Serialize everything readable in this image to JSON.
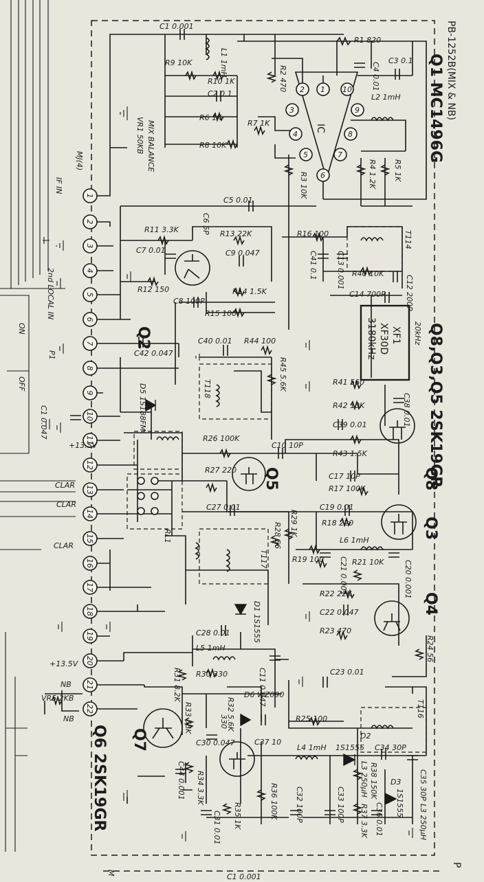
{
  "board": {
    "header": "PB-1252B(MIX & NB)",
    "q1_label": "Q1 MC1496G",
    "q8_label": "Q8,Q3,Q5 2SK19GR",
    "q6_label": "Q6 2SK19GR",
    "footer_label": "P",
    "footer_left": "M",
    "footer_value": "C1 0.001"
  },
  "connector": {
    "name": "MJ(4)",
    "pins": [
      "1",
      "2",
      "3",
      "4",
      "5",
      "6",
      "7",
      "8",
      "9",
      "10",
      "11",
      "12",
      "13",
      "14",
      "15",
      "16",
      "17",
      "18",
      "19",
      "20",
      "21",
      "22"
    ]
  },
  "io_labels": {
    "if_in": "IF IN",
    "second_local_in": "2nd LOCAL IN",
    "p1": "P1",
    "supply_a": "+13.5V",
    "supply_b": "+13.5V",
    "clar_a": "CLAR",
    "clar_b": "CLAR",
    "clar_c": "CLAR",
    "nb_top": "NB",
    "nb_bottom": "NB",
    "vr5": "VR5 2KB",
    "on": "ON",
    "off": "OFF"
  },
  "ic": {
    "name": "IC",
    "pins": [
      "1",
      "2",
      "3",
      "4",
      "5",
      "6",
      "7",
      "8",
      "9",
      "10"
    ]
  },
  "transistors": {
    "q2": "Q2",
    "q3": "Q3",
    "q4": "Q4",
    "q5": "Q5",
    "q7": "Q7",
    "q8": "Q8"
  },
  "components": {
    "c1": "C1 0.001",
    "l1": "L1 1mH",
    "r1": "R1 820",
    "c3": "C3 0.1",
    "c4": "C4 0.01",
    "r2": "R2 470",
    "l2": "L2 1mH",
    "r9": "R9 10K",
    "r10": "R10 1K",
    "c2": "C2 0.1",
    "r6": "R6 1K",
    "r7": "R7 1K",
    "r8": "R8 10K",
    "vr1_a": "VR1 50KB",
    "vr1_b": "MIX BALANCE",
    "r3": "R3 10K",
    "r4": "R4 1.2K",
    "r5": "R5 1K",
    "c5": "C5 0.01",
    "r11": "R11 3.3K",
    "c6": "C6 5P",
    "r13": "R13 22K",
    "c7": "C7 0.01",
    "c9": "C9 0.047",
    "r12": "R12 150",
    "c8": "C8 100P",
    "r14": "R14 1.5K",
    "r15": "R15 100",
    "r16": "R16 100",
    "c41": "C41 0.1",
    "c13": "C13 0.001",
    "t114": "T114",
    "r40": "R40 10K",
    "c12": "C12 200P",
    "c14": "C14 700P",
    "xf1_a": "XF1",
    "xf1_b": "XF30D",
    "xf1_c": "3180kHz",
    "xf1_d": "20kHz",
    "c40": "C40 0.01",
    "r44": "R44 100",
    "r45": "R45 5.6K",
    "t118": "T118",
    "c42": "C42 0.047",
    "d5": "D5 1S188FM",
    "c1b": "C1 0.047",
    "r41": "R41 560",
    "c38": "C38 0.01",
    "r42": "R42 10K",
    "c39": "C39 0.01",
    "r43": "R43 1.5K",
    "r26": "R26 100K",
    "c10": "C10 10P",
    "r27": "R27 220",
    "c17": "C17 10P",
    "r17": "R17 100K",
    "c27": "C27 0.01",
    "r28": "R28 56",
    "r29": "R29 1K",
    "t117": "T117",
    "rl1": "RL1",
    "c19": "C19 0.01",
    "r18": "R18 220",
    "l6": "L6 1mH",
    "r19": "R19 100",
    "c21": "C21 0.001",
    "r21": "R21 10K",
    "c20": "C20 0.001",
    "r22": "R22 22K",
    "d1": "D1 1S1555",
    "c22": "C22 0.047",
    "r23": "R23 470",
    "r24": "R24 56",
    "c28": "C28 0.01",
    "l5": "L5 1mH",
    "r30": "R30 330",
    "c11": "C11 0.047",
    "r31": "R31 8.2K",
    "c23": "C23 0.01",
    "t116": "T116",
    "r33": "R33 56K",
    "r32": "R32 5.6K",
    "d6": "D6 WZ090",
    "r25": "R25 100",
    "d2": "D2",
    "c44": "C44 0.001",
    "c30": "C30 0.047",
    "c37": "C37 10",
    "r34": "R34 3.3K",
    "l4": "L4 1mH",
    "d2b": "1S1555",
    "c34": "C34 30P",
    "l3a": "L3 250μH",
    "r38": "R38 150K",
    "d3": "D3",
    "c35": "C35 30P",
    "d3b": "1S1555",
    "l3b": "L3 250μH",
    "r35": "R35 1K",
    "c31": "C31 0.01",
    "r36": "R36 100K",
    "c32": "C32 100P",
    "c33": "C33 100P",
    "r37": "R37 3.3K",
    "c36": "C36 0.01",
    "r330": "330"
  }
}
